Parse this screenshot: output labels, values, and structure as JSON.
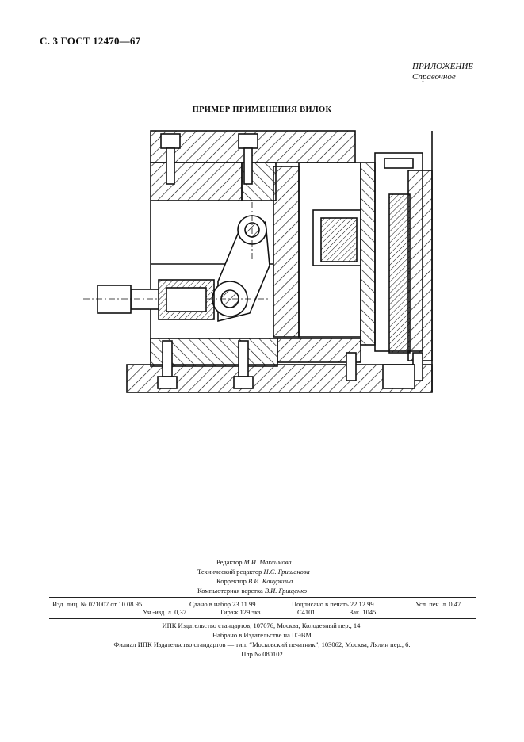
{
  "header": {
    "page_ref": "С. 3 ГОСТ 12470—67"
  },
  "appendix": {
    "label": "ПРИЛОЖЕНИЕ",
    "note": "Справочное"
  },
  "figure": {
    "title": "ПРИМЕР ПРИМЕНЕНИЯ ВИЛОК"
  },
  "credits": {
    "editor_role": "Редактор",
    "editor_name": "М.И. Максимова",
    "tech_role": "Технический редактор",
    "tech_name": "Н.С. Гришанова",
    "corrector_role": "Корректор",
    "corrector_name": "В.И. Кануркина",
    "layout_role": "Компьютерная верстка",
    "layout_name": "В.И. Грищенко"
  },
  "imprint": {
    "license": "Изд. лиц. № 021007 от 10.08.95.",
    "sent": "Сдано в набор 23.11.99.",
    "signed": "Подписано в печать 22.12.99.",
    "print_sheets": "Усл. печ. л. 0,47.",
    "pub_sheets": "Уч.-изд. л. 0,37.",
    "run": "Тираж 129 экз.",
    "code": "С4101.",
    "order": "Зак. 1045."
  },
  "publisher": {
    "line1": "ИПК Издательство стандартов, 107076, Москва, Колодезный пер., 14.",
    "line2": "Набрано в Издательстве на ПЭВМ",
    "line3": "Филиал ИПК Издательство стандартов — тип. “Московский печатник”, 103062, Москва, Лялин пер., 6.",
    "line4": "Плр № 080102"
  }
}
